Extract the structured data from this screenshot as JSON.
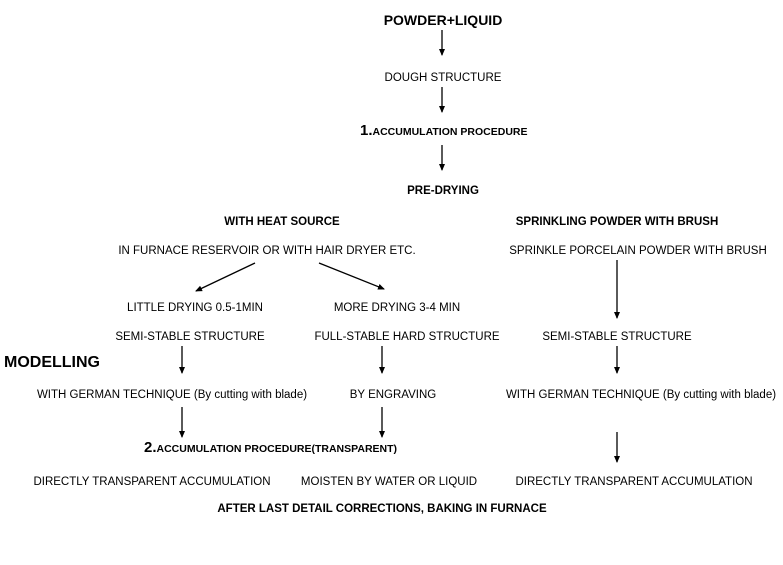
{
  "flow": {
    "title": "POWDER+LIQUID",
    "dough": "DOUGH STRUCTURE",
    "step1_num": "1.",
    "step1_label": "ACCUMULATION PROCEDURE",
    "predrying": "PRE-DRYING",
    "heat_source": "WITH HEAT SOURCE",
    "sprinkling": "SPRINKLING POWDER WITH BRUSH",
    "furnace": "IN FURNACE RESERVOIR OR WITH HAIR DRYER ETC.",
    "sprinkle_brush": "SPRINKLE PORCELAIN POWDER WITH BRUSH",
    "little_drying": "LITTLE DRYING 0.5-1MIN",
    "more_drying": "MORE DRYING 3-4 MIN",
    "semi_stable_left": "SEMI-STABLE STRUCTURE",
    "full_stable": "FULL-STABLE HARD STRUCTURE",
    "semi_stable_right": "SEMI-STABLE STRUCTURE",
    "modelling": "MODELLING",
    "german_left": "WITH GERMAN TECHNIQUE (By cutting with blade)",
    "engraving": "BY ENGRAVING",
    "german_right": "WITH GERMAN TECHNIQUE (By cutting with blade)",
    "step2_num": "2.",
    "step2_label": "ACCUMULATION PROCEDURE(TRANSPARENT)",
    "direct_left": "DIRECTLY TRANSPARENT ACCUMULATION",
    "moisten": "MOISTEN BY WATER OR LIQUID",
    "direct_right": "DIRECTLY TRANSPARENT ACCUMULATION",
    "final": "AFTER LAST DETAIL CORRECTIONS, BAKING IN FURNACE"
  }
}
